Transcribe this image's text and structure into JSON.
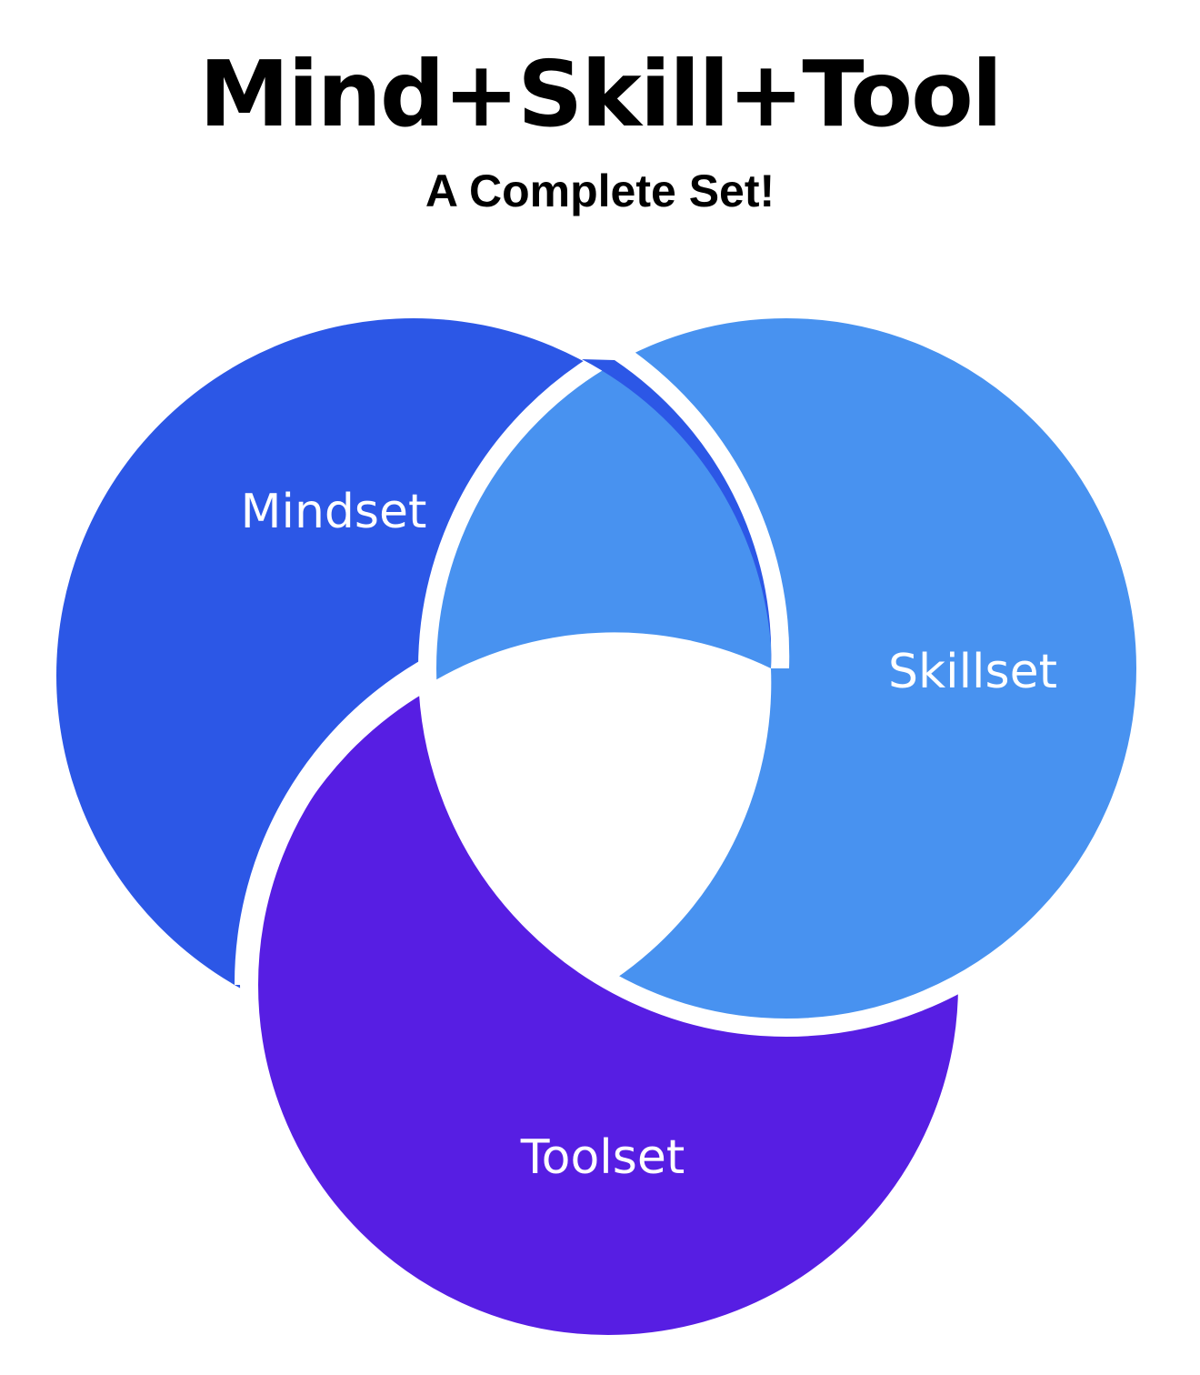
{
  "header": {
    "title": "Mind+Skill+Tool",
    "subtitle": "A Complete Set!"
  },
  "diagram": {
    "sets": [
      {
        "label": "Mindset",
        "color": "#2c57e6"
      },
      {
        "label": "Skillset",
        "color": "#4892f0"
      },
      {
        "label": "Toolset",
        "color": "#571ee3"
      }
    ],
    "background": "#ffffff"
  }
}
